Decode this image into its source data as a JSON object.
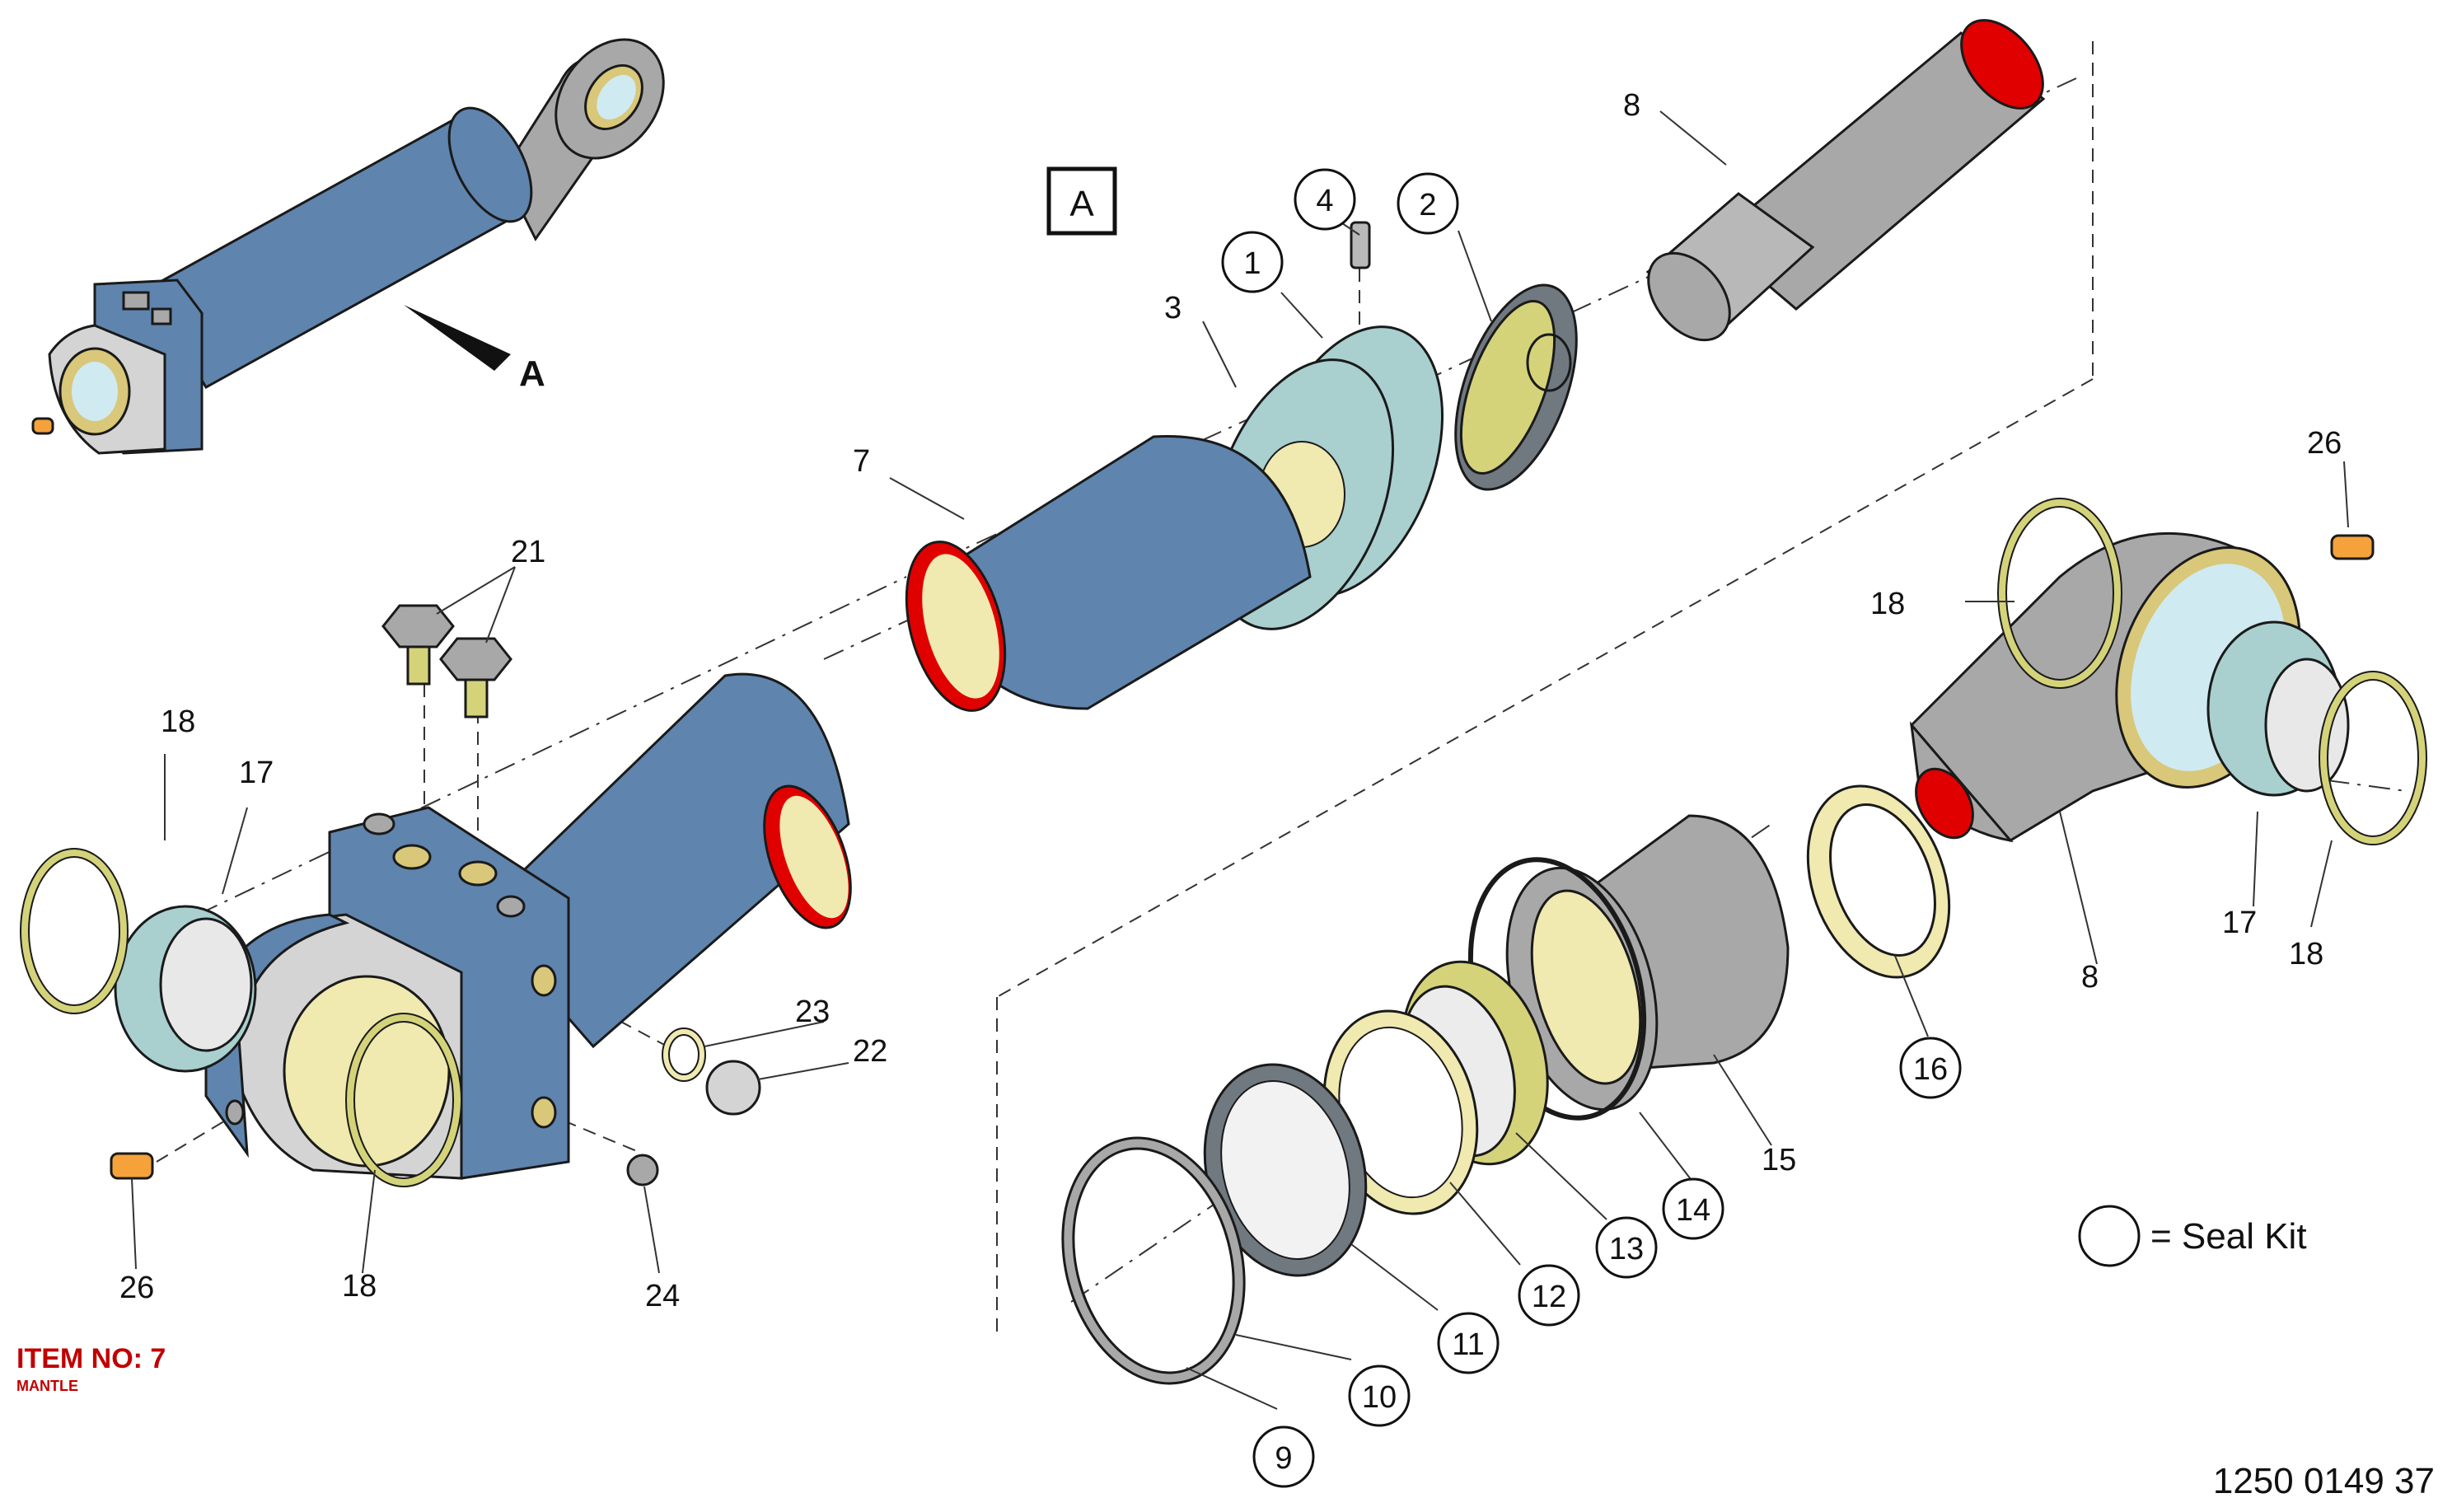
{
  "view_label": "A",
  "callout_A": "A",
  "document_number": "1250 0149 37",
  "item_header": {
    "title": "ITEM NO: 7",
    "subtitle": "MANTLE"
  },
  "legend": {
    "text": "= Seal Kit"
  },
  "colors": {
    "blue": "#5f84ad",
    "grey": "#a8a8a8",
    "teal": "#a9cfcf",
    "yellow": "#f0e9b0",
    "olive": "#d4d37a",
    "red": "#e00000",
    "orange": "#f5a23a"
  },
  "callouts": {
    "c1": "1",
    "c2": "2",
    "c3": "3",
    "c4": "4",
    "c7": "7",
    "c8_top": "8",
    "c8_bottom": "8",
    "c9": "9",
    "c10": "10",
    "c11": "11",
    "c12": "12",
    "c13": "13",
    "c14": "14",
    "c15": "15",
    "c16": "16",
    "c17_left": "17",
    "c17_right": "17",
    "c18_left_top": "18",
    "c18_left_bottom": "18",
    "c18_right_top": "18",
    "c18_right_bottom": "18",
    "c21": "21",
    "c22": "22",
    "c23": "23",
    "c24": "24",
    "c26_left": "26",
    "c26_right": "26"
  }
}
